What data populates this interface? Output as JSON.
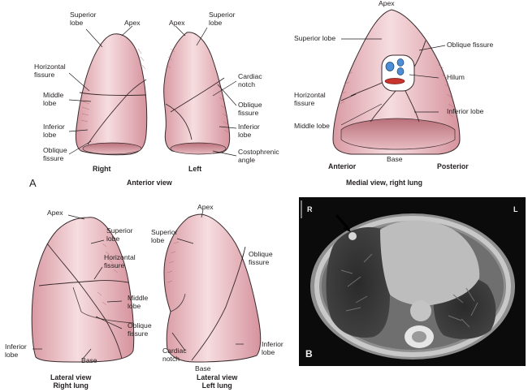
{
  "colors": {
    "lung_fill": "#ecc3c9",
    "lung_fill_light": "#f6dde0",
    "lung_shadow": "#c9868f",
    "outline": "#3a2a2c",
    "leader": "#231f20",
    "hilum_blue": "#4d8fd6",
    "hilum_red": "#c8342e",
    "ct_background": "#0b0b0b"
  },
  "panel_a": {
    "letter": "A",
    "anterior": {
      "labels": {
        "superior_lobe_right": "Superior\nlobe",
        "apex_right": "Apex",
        "apex_left": "Apex",
        "superior_lobe_left": "Superior\nlobe",
        "horizontal_fissure": "Horizontal\nfissure",
        "middle_lobe": "Middle\nlobe",
        "inferior_lobe_right": "Inferior\nlobe",
        "oblique_fissure_right": "Oblique\nfissure",
        "cardiac_notch": "Cardiac\nnotch",
        "oblique_fissure_left": "Oblique\nfissure",
        "inferior_lobe_left": "Inferior\nlobe",
        "costophrenic_angle": "Costophrenic\nangle"
      },
      "caption_right": "Right",
      "caption_left": "Left",
      "caption_view": "Anterior view"
    },
    "medial": {
      "labels": {
        "apex": "Apex",
        "superior_lobe": "Superior lobe",
        "oblique_fissure": "Oblique fissure",
        "hilum": "Hilum",
        "horizontal_fissure": "Horizontal\nfissure",
        "inferior_lobe": "Inferior lobe",
        "middle_lobe": "Middle lobe",
        "base": "Base"
      },
      "caption_anterior": "Anterior",
      "caption_posterior": "Posterior",
      "caption_view": "Medial view, right lung"
    },
    "lateral": {
      "labels": {
        "apex_right": "Apex",
        "superior_lobe_right": "Superior\nlobe",
        "horizontal_fissure": "Horizontal\nfissure",
        "middle_lobe": "Middle\nlobe",
        "oblique_fissure_right": "Oblique\nfissure",
        "inferior_lobe_right": "Inferior\nlobe",
        "base_right": "Base",
        "apex_left": "Apex",
        "superior_lobe_left": "Superior\nlobe",
        "oblique_fissure_left": "Oblique\nfissure",
        "cardiac_notch": "Cardiac\nnotch",
        "base_left": "Base",
        "inferior_lobe_left": "Inferior\nlobe"
      },
      "caption_right": "Lateral view\nRight lung",
      "caption_left": "Lateral view\nLeft lung"
    }
  },
  "panel_b": {
    "letter": "B",
    "side_right": "R",
    "side_left": "L"
  }
}
